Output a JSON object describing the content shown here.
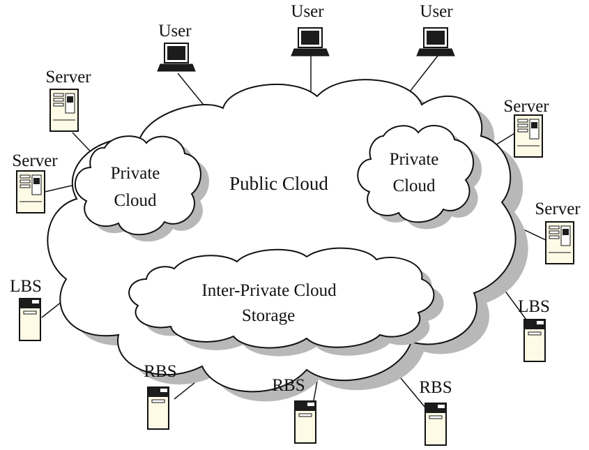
{
  "nodes": {
    "public_cloud": "Public Cloud",
    "private_cloud_left": [
      "Private",
      "Cloud"
    ],
    "private_cloud_right": [
      "Private",
      "Cloud"
    ],
    "storage": [
      "Inter-Private Cloud",
      "Storage"
    ],
    "user_left": "User",
    "user_center": "User",
    "user_right": "User",
    "server_top_left": "Server",
    "server_left": "Server",
    "server_top_right": "Server",
    "server_right": "Server",
    "lbs_left": "LBS",
    "lbs_right": "LBS",
    "rbs_left": "RBS",
    "rbs_center": "RBS",
    "rbs_right": "RBS"
  },
  "colors": {
    "line": "#111111",
    "shadow": "#b8b8b8",
    "fill": "#ffffff",
    "device_fill": "#fdfbe6",
    "screen": "#1c1c1c"
  }
}
